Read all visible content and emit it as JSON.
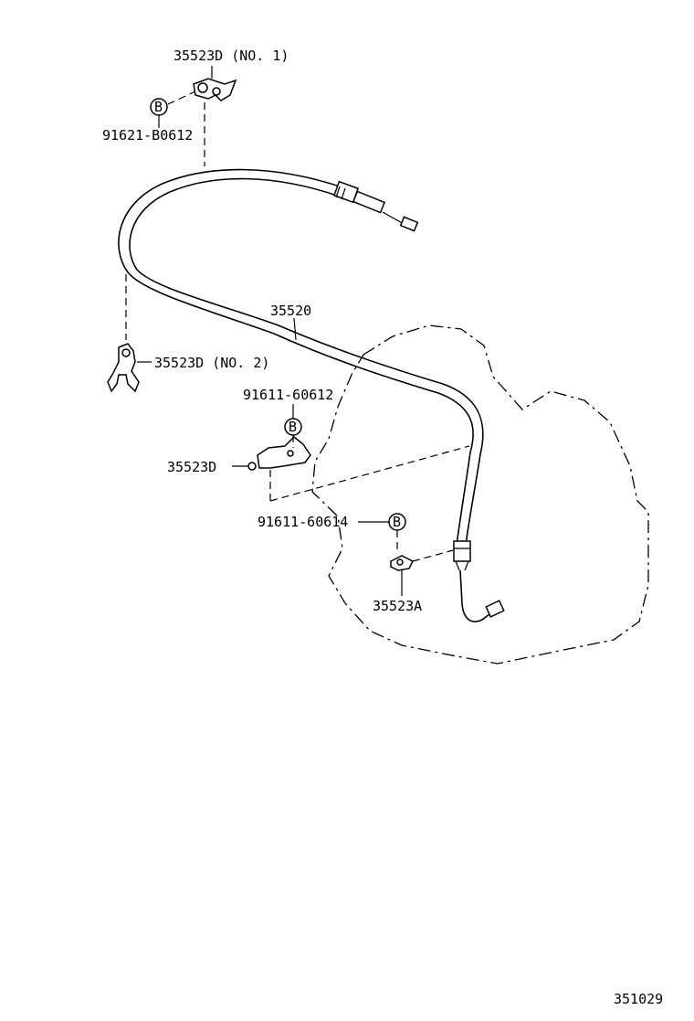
{
  "diagram_code": "351029",
  "callouts": {
    "bracket_no1": "35523D (NO. 1)",
    "bolt_top": "91621-B0612",
    "cable": "35520",
    "clamp_no2": "35523D (NO. 2)",
    "bolt_mid": "91611-60612",
    "bracket_mid": "35523D",
    "bolt_low": "91611-60614",
    "bracket_low": "35523A"
  },
  "bolt_marker": "B"
}
